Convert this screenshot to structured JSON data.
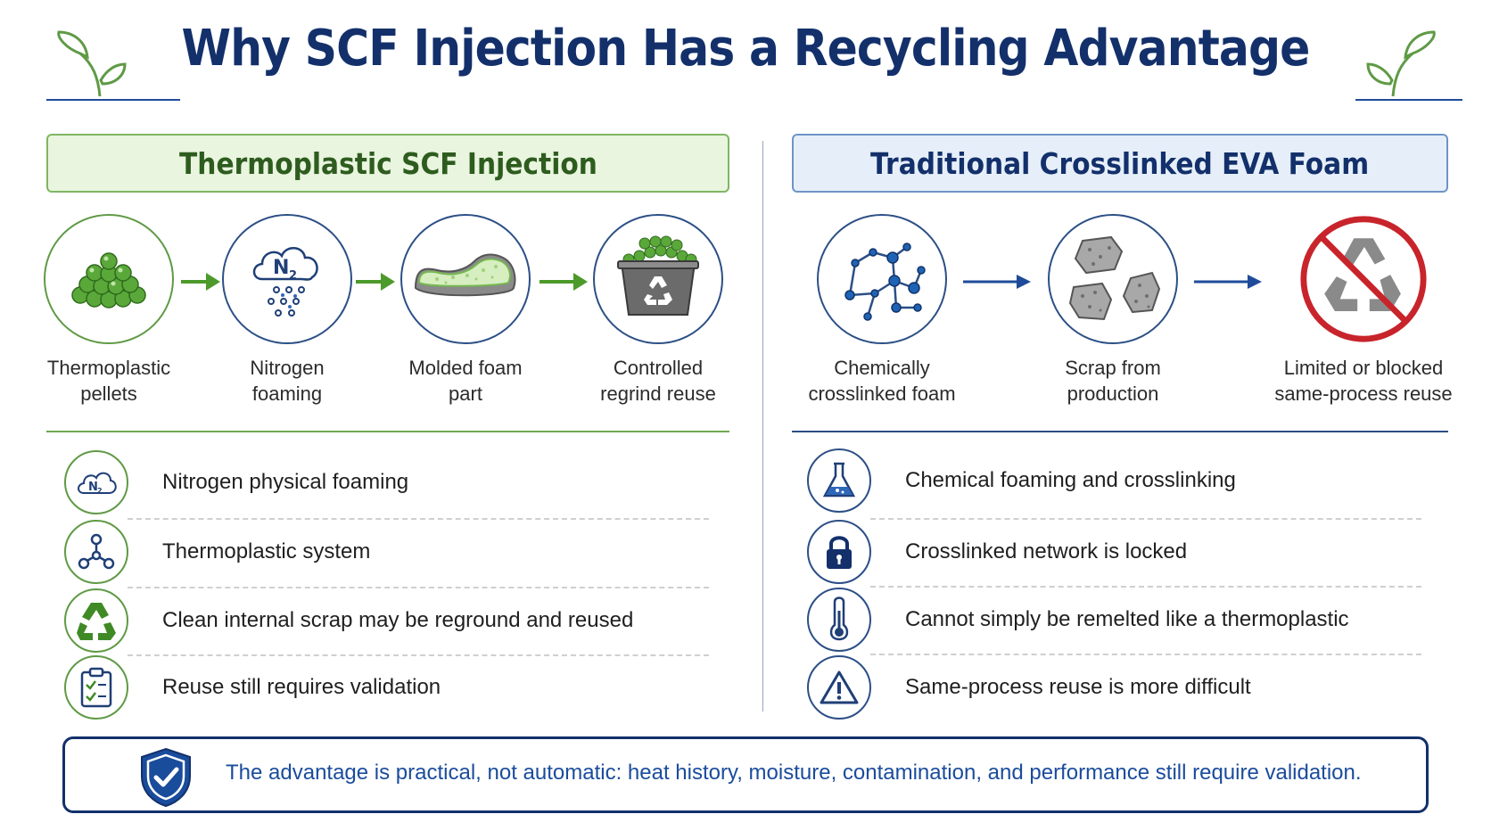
{
  "title": "Why SCF Injection Has a Recycling Advantage",
  "colors": {
    "title_blue": "#13306b",
    "green": "#5f9a45",
    "green_header_bg": "#e9f5df",
    "blue_header_bg": "#e6eff9",
    "no_symbol_red": "#c8242b",
    "footer_text": "#1a4c9c"
  },
  "left_panel": {
    "heading": "Thermoplastic SCF Injection",
    "steps": [
      {
        "icon": "pellets-icon",
        "label": "Thermoplastic\npellets"
      },
      {
        "icon": "nitrogen-cloud-icon",
        "label": "Nitrogen\nfoaming"
      },
      {
        "icon": "shoe-midsole-icon",
        "label": "Molded foam\npart"
      },
      {
        "icon": "regrind-bin-icon",
        "label": "Controlled\nregrind reuse"
      }
    ],
    "items": [
      {
        "icon": "nitrogen-icon",
        "text": "Nitrogen physical foaming"
      },
      {
        "icon": "molecule-icon",
        "text": "Thermoplastic system"
      },
      {
        "icon": "recycle-icon",
        "text": "Clean internal scrap may be reground and reused"
      },
      {
        "icon": "checklist-icon",
        "text": "Reuse still requires validation"
      }
    ]
  },
  "right_panel": {
    "heading": "Traditional Crosslinked EVA Foam",
    "steps": [
      {
        "icon": "crosslinked-network-icon",
        "label": "Chemically\ncrosslinked foam"
      },
      {
        "icon": "foam-scrap-icon",
        "label": "Scrap from\nproduction"
      },
      {
        "icon": "no-recycle-icon",
        "label": "Limited or blocked\nsame-process reuse"
      }
    ],
    "items": [
      {
        "icon": "flask-icon",
        "text": "Chemical foaming and crosslinking"
      },
      {
        "icon": "lock-icon",
        "text": "Crosslinked network is locked"
      },
      {
        "icon": "thermometer-icon",
        "text": "Cannot simply be remelted like a thermoplastic"
      },
      {
        "icon": "warning-icon",
        "text": "Same-process reuse is more difficult"
      }
    ]
  },
  "footer": {
    "icon": "shield-check-icon",
    "text": "The advantage is practical, not automatic: heat history, moisture, contamination, and performance still require validation."
  }
}
